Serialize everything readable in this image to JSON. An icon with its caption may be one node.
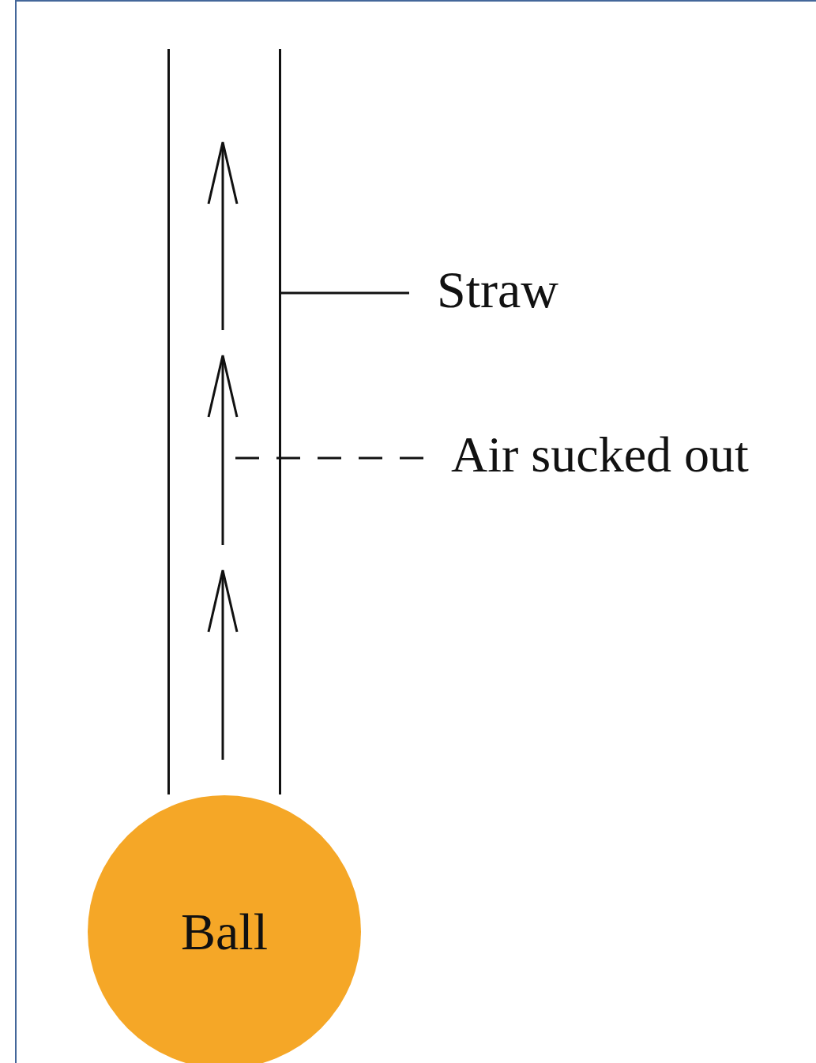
{
  "diagram": {
    "nodes": [
      {
        "text": [
          "Straw"
        ]
      },
      {
        "text": [],
        "shape": "picture"
      },
      {
        "text": [
          "Air sucked out"
        ]
      },
      {
        "text": [
          "Ball"
        ]
      }
    ],
    "edges": [
      {
        "from": 0,
        "to": 1,
        "arrow": "none"
      },
      {
        "from": 2,
        "to": 1,
        "arrow": "none",
        "style": "dashed"
      }
    ]
  }
}
